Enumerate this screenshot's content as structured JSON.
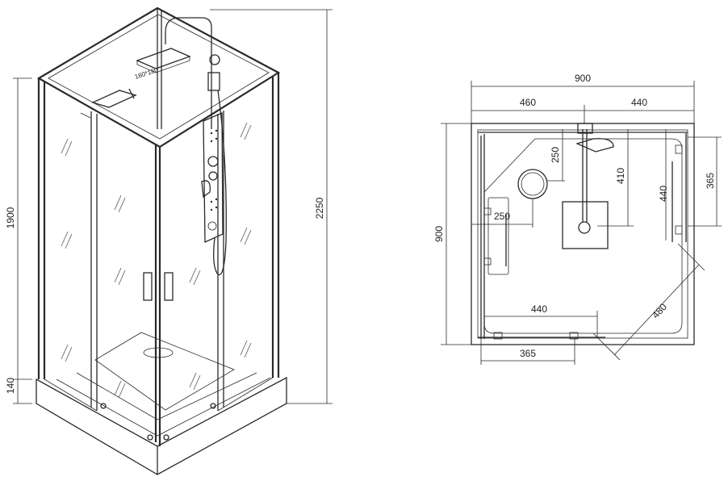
{
  "left_view": {
    "overall_height": "2250",
    "cabin_height": "1900",
    "tray_height": "140",
    "shower_head_size": "180*180"
  },
  "plan_view": {
    "width_overall": "900",
    "depth_overall": "900",
    "offset_left": "460",
    "offset_right": "440",
    "head_offset_y": "250",
    "head_offset_y2": "410",
    "panel_offset": "440",
    "right_side": "365",
    "left_label": "250",
    "bottom_span": "440",
    "bottom_length": "365",
    "diagonal": "480"
  }
}
